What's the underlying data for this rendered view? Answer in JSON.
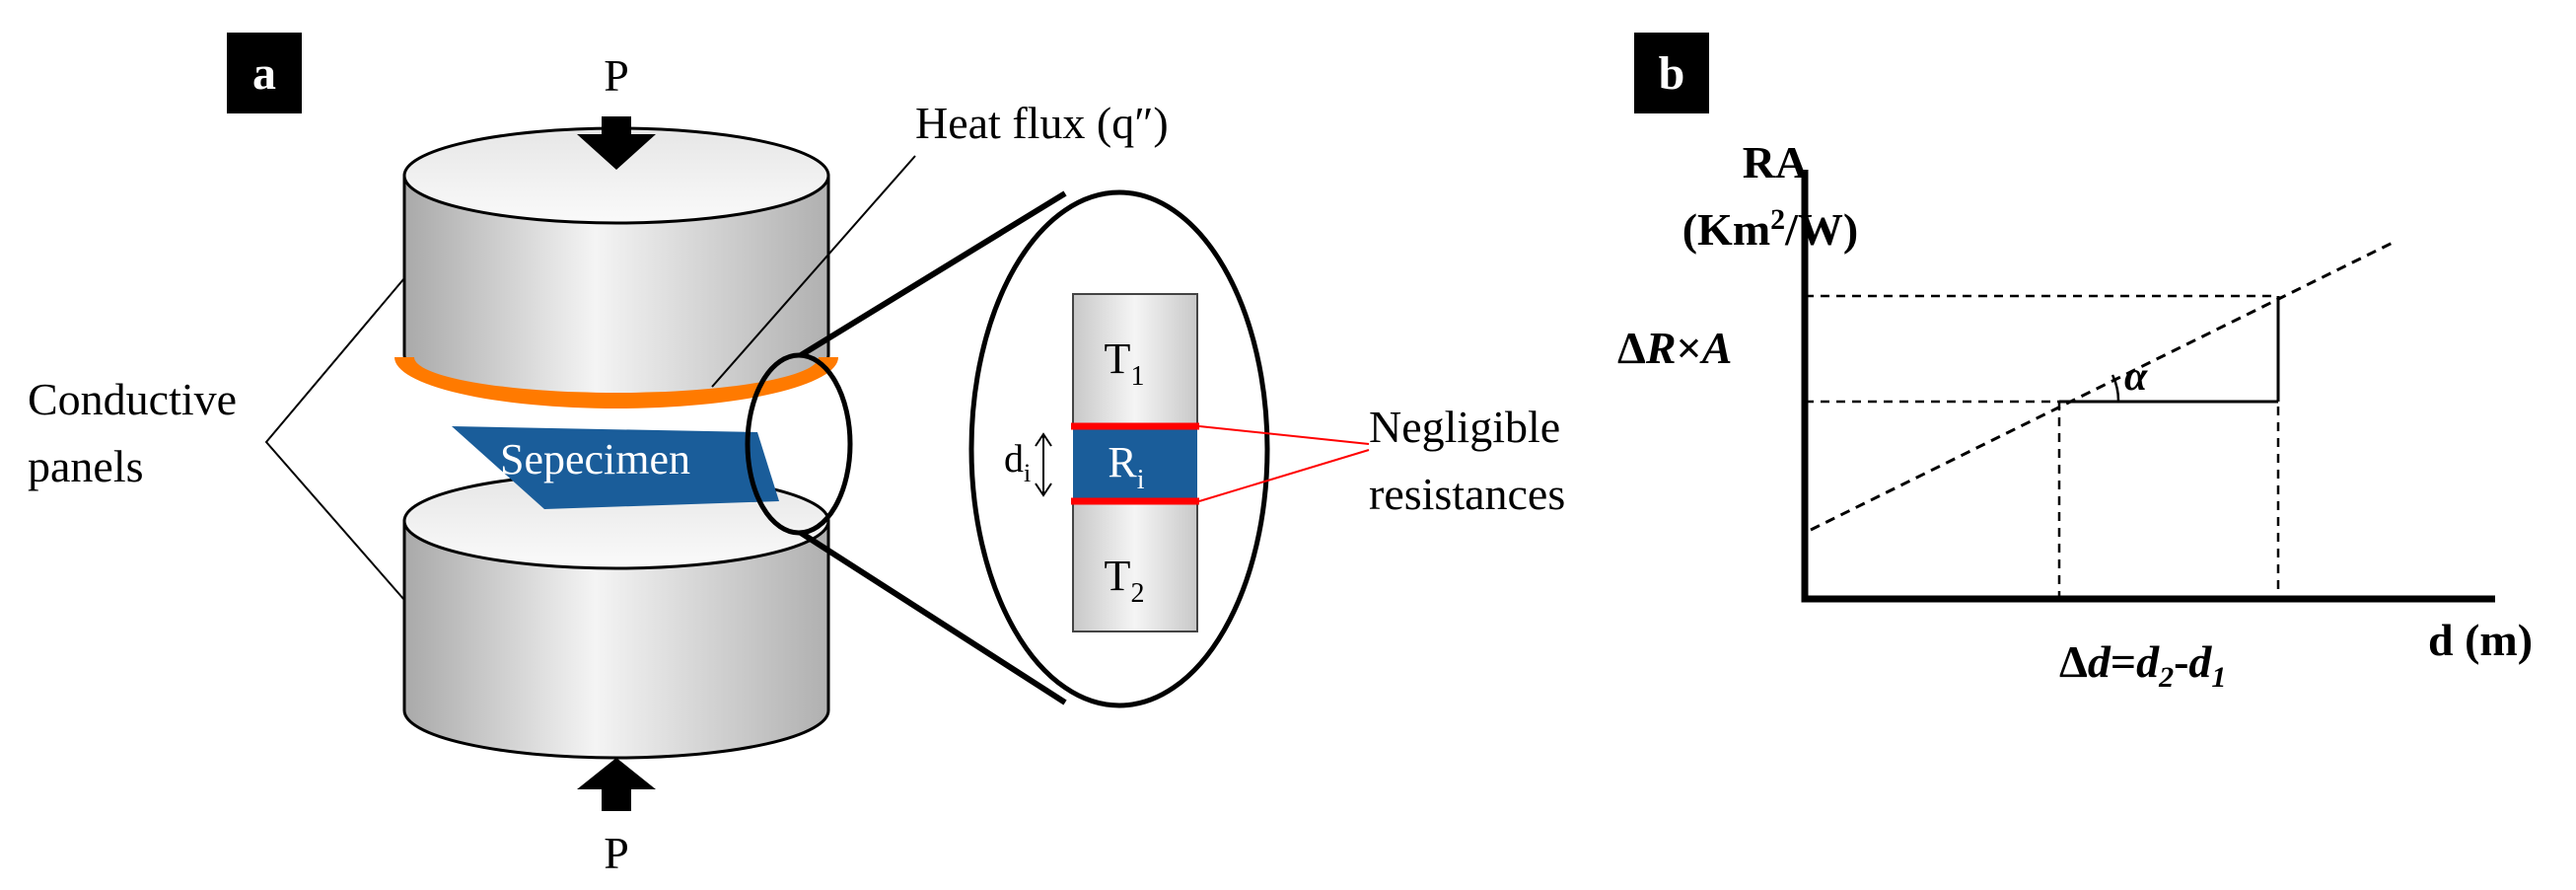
{
  "panel_a": {
    "badge": "a",
    "force_top": "P",
    "force_bottom": "P",
    "heat_flux_label": "Heat flux (q″)",
    "specimen_label": "Sepecimen",
    "conductive_panels_line1": "Conductive",
    "conductive_panels_line2": "panels",
    "zoom": {
      "t1_main": "T",
      "t1_sub": "1",
      "t2_main": "T",
      "t2_sub": "2",
      "r_main": "R",
      "r_sub": "i",
      "d_main": "d",
      "d_sub": "i"
    },
    "negligible_line1": "Negligible",
    "negligible_line2": "resistances"
  },
  "panel_b": {
    "badge": "b",
    "ylabel_line1": "RA",
    "ylabel_line2_pre": "(Km",
    "ylabel_line2_sup": "2",
    "ylabel_line2_post": "/W)",
    "delta_ra": {
      "delta": "Δ",
      "r": "R",
      "times": "×",
      "a": "A"
    },
    "alpha": "α",
    "xlabel": "d (m)",
    "delta_d": {
      "delta": "Δ",
      "d": "d",
      "eq": "=",
      "d2": "d",
      "sub2": "2",
      "minus": "-",
      "d1": "d",
      "sub1": "1"
    }
  },
  "colors": {
    "badge_bg": "#000000",
    "heat_flux": "#ff7a00",
    "specimen": "#1a5d9a",
    "interface": "#ff0000",
    "cylinder_light": "#f2f2f2",
    "cylinder_dark": "#a8a8a8"
  }
}
